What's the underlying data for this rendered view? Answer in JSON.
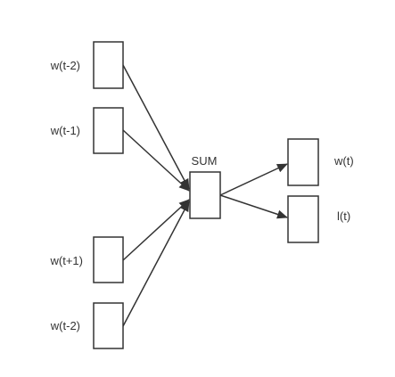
{
  "diagram": {
    "stroke_color": "#333333",
    "background": "#ffffff",
    "inputs": [
      {
        "label": "w(t-2)"
      },
      {
        "label": "w(t-1)"
      },
      {
        "label": "w(t+1)"
      },
      {
        "label": "w(t-2)"
      }
    ],
    "sum": {
      "label": "SUM"
    },
    "outputs": [
      {
        "label": "w(t)"
      },
      {
        "label": "l(t)"
      }
    ],
    "edges": [
      {
        "from": "input-0",
        "to": "sum"
      },
      {
        "from": "input-1",
        "to": "sum"
      },
      {
        "from": "input-2",
        "to": "sum"
      },
      {
        "from": "input-3",
        "to": "sum"
      },
      {
        "from": "sum",
        "to": "output-0"
      },
      {
        "from": "sum",
        "to": "output-1"
      }
    ]
  }
}
